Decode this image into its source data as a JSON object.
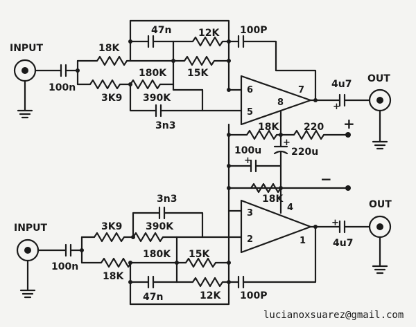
{
  "colors": {
    "ink": "#1a1a1a",
    "paper": "#f4f4f2"
  },
  "top": {
    "input_label": "INPUT",
    "output_label": "OUT",
    "c_in": "100n",
    "r_18k": "18K",
    "r_180k": "180K",
    "r_3k9": "3K9",
    "r_390k": "390K",
    "c_47n": "47n",
    "r_12k": "12K",
    "c_100p": "100P",
    "r_15k": "15K",
    "c_3n3": "3n3",
    "c_out": "4u7",
    "pin_in_minus": "6",
    "pin_in_plus": "5",
    "pin_out": "7",
    "pin_supply": "8"
  },
  "supply": {
    "r_18k_top": "18K",
    "r_220": "220",
    "plus": "+",
    "c_100u": "100u",
    "c_220u": "220u",
    "minus": "−",
    "r_18k_bottom": "18K"
  },
  "bottom": {
    "input_label": "INPUT",
    "output_label": "OUT",
    "c_in": "100n",
    "c_3n3": "3n3",
    "r_3k9": "3K9",
    "r_390k": "390K",
    "r_180k": "180K",
    "r_15k": "15K",
    "r_18k": "18K",
    "c_47n": "47n",
    "r_12k": "12K",
    "c_100p": "100P",
    "c_out": "4u7",
    "pin_in_plus": "3",
    "pin_in_minus": "2",
    "pin_out": "1",
    "pin_gnd": "4"
  },
  "credit": "lucianoxsuarez@gmail.com"
}
